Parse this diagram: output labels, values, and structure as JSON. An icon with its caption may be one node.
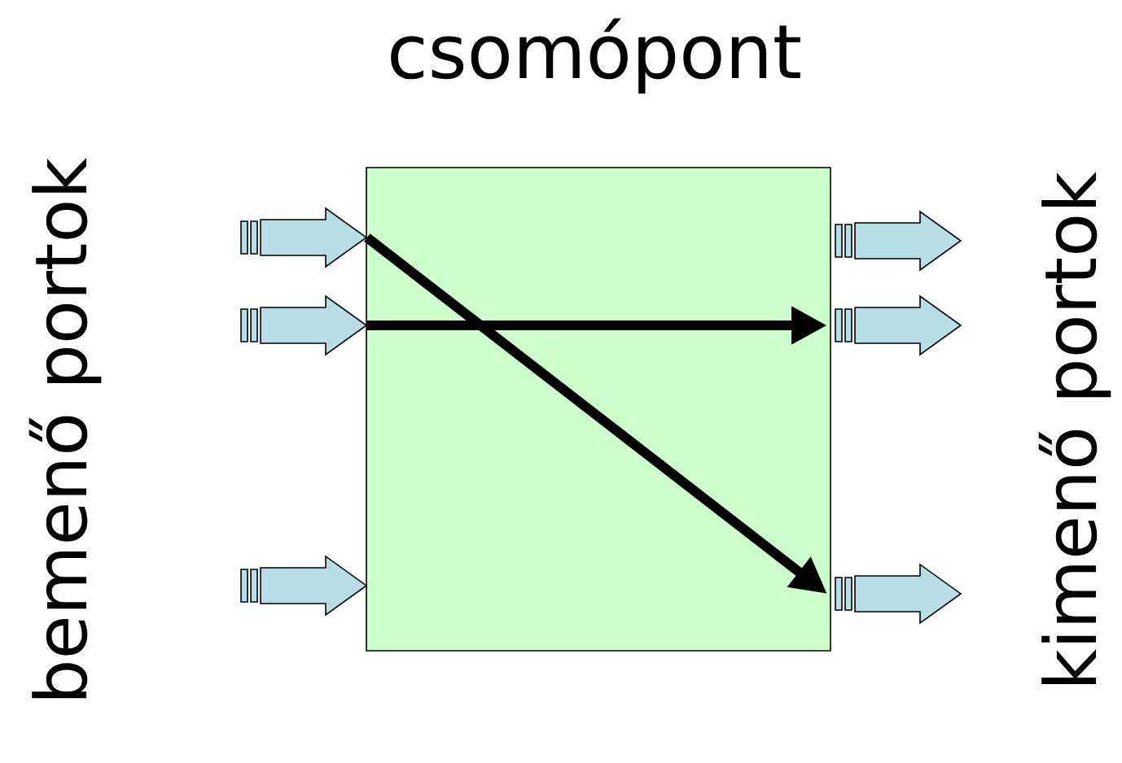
{
  "diagram": {
    "title": "csomópont",
    "nodes": [
      {
        "text": [],
        "shape": "arrow"
      },
      {
        "text": [],
        "shape": "arrow"
      },
      {
        "text": [],
        "shape": "arrow"
      },
      {
        "text": [],
        "shape": "arrow"
      },
      {
        "text": [],
        "shape": "arrow"
      },
      {
        "text": [],
        "shape": "arrow"
      }
    ],
    "edges": [
      {
        "from": 0,
        "to": 5,
        "arrow": "to"
      },
      {
        "from": 1,
        "to": 4,
        "arrow": "to"
      }
    ],
    "labels": [
      "bemenő portok",
      "kimenő portok"
    ]
  }
}
